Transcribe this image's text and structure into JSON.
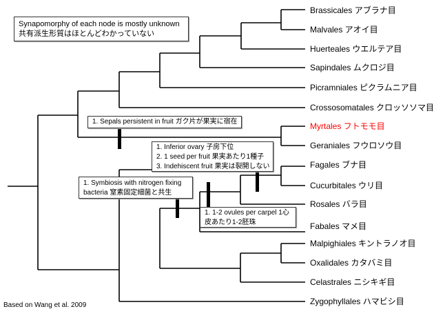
{
  "leaves": [
    {
      "name": "Brassicales アブラナ目"
    },
    {
      "name": "Malvales アオイ目"
    },
    {
      "name": "Huerteales ウエルテア目"
    },
    {
      "name": "Sapindales ムクロジ目"
    },
    {
      "name": "Picramniales ピクラムニア目"
    },
    {
      "name": "Crossosomatales クロッソソマ目"
    },
    {
      "name": "Myrtales フトモモ目"
    },
    {
      "name": "Geraniales フウロソウ目"
    },
    {
      "name": "Fagales ブナ目"
    },
    {
      "name": "Cucurbitales ウリ目"
    },
    {
      "name": "Rosales バラ目"
    },
    {
      "name": "Fabales マメ目"
    },
    {
      "name": "Malpighiales キントラノオ目"
    },
    {
      "name": "Oxalidales カタバミ目"
    },
    {
      "name": "Celastrales ニシキギ目"
    },
    {
      "name": "Zygophyllales ハマビシ目"
    }
  ],
  "highlight_color": "#ff0000",
  "notes": {
    "general": [
      "Synapomorphy of each node is mostly unknown",
      "共有派生形質はほとんどわかっていない"
    ],
    "sepals": [
      "1. Sepals persistent in fruit ガク片が果実に宿在"
    ],
    "fagales": [
      "1. Inferior ovary 子房下位",
      "2. 1 seed per fruit 果実あたり1種子",
      "3. Indehiscent fruit 果実は裂開しない"
    ],
    "nitrogen": [
      "1. Symbiosis with nitrogen fixing",
      "bacteria 窒素固定細菌と共生"
    ],
    "ovules": [
      "1. 1-2 ovules per carpel 1心",
      "皮あたり1-2胚珠"
    ]
  },
  "footer": "Based on Wang et al. 2009"
}
